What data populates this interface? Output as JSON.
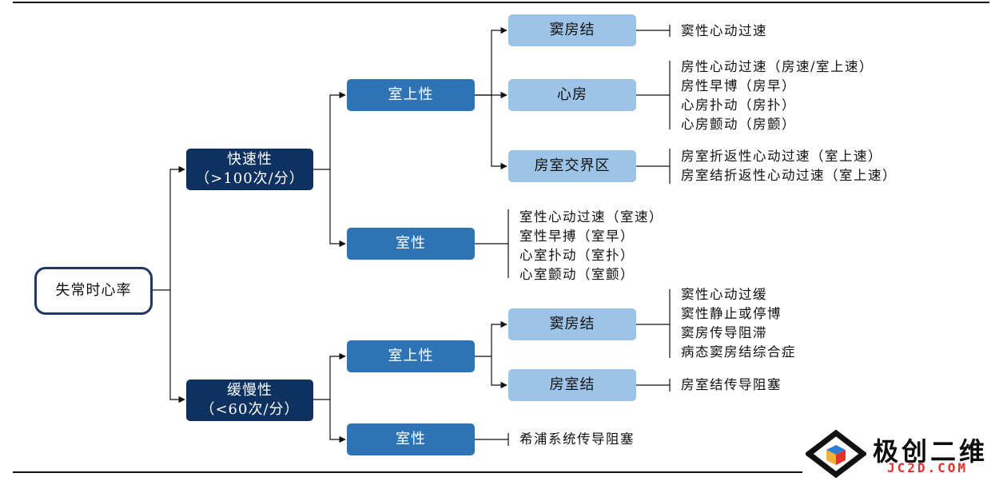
{
  "root": {
    "label": "失常时心率"
  },
  "fast": {
    "label": "快速性",
    "sublabel": "（>100次/分）",
    "supra": {
      "label": "室上性",
      "sinus": {
        "label": "窦房结",
        "items": [
          "窦性心动过速"
        ]
      },
      "atrial": {
        "label": "心房",
        "items": [
          "房性心动过速（房速/室上速）",
          "房性早博（房早）",
          "心房扑动（房扑）",
          "心房颤动（房颤）"
        ]
      },
      "junction": {
        "label": "房室交界区",
        "items": [
          "房室折返性心动过速（室上速）",
          "房室结折返性心动过速（室上速）"
        ]
      }
    },
    "ventricular": {
      "label": "室性",
      "items": [
        "室性心动过速（室速）",
        "室性早搏（室早）",
        "心室扑动（室扑）",
        "心室颤动（室颤）"
      ]
    }
  },
  "slow": {
    "label": "缓慢性",
    "sublabel": "（<60次/分）",
    "supra": {
      "label": "室上性",
      "sinus": {
        "label": "窦房结",
        "items": [
          "窦性心动过缓",
          "窦性静止或停博",
          "窦房传导阻滞",
          "病态窦房结综合症"
        ]
      },
      "avnode": {
        "label": "房室结",
        "items": [
          "房室结传导阻塞"
        ]
      }
    },
    "ventricular": {
      "label": "室性",
      "items": [
        "希浦系统传导阻塞"
      ]
    }
  },
  "logo": {
    "title": "极创二维",
    "url": "JC2D.COM",
    "icon": "diamond-cube-icon"
  },
  "colors": {
    "dark": "#0e3160",
    "mid": "#2e74b5",
    "light": "#9dc3e6",
    "root_border": "#1f3864"
  }
}
